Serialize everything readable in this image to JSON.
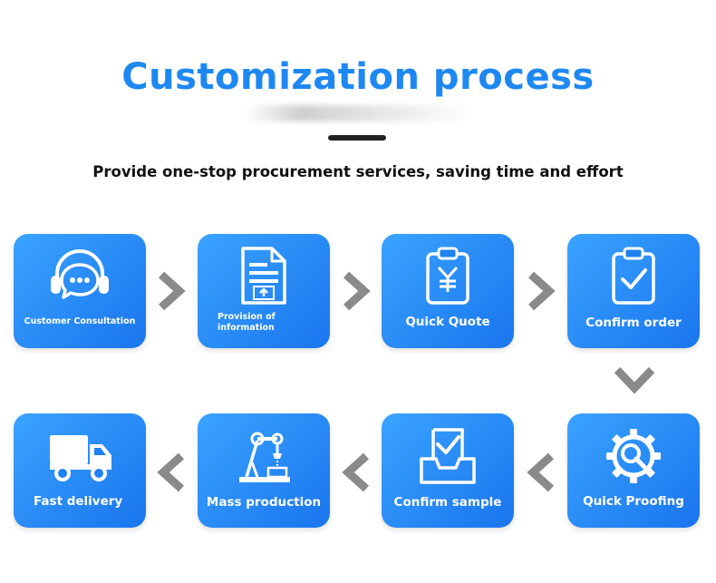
{
  "header": {
    "title": "Customization process",
    "subtitle": "Provide one-stop procurement services, saving time and effort"
  },
  "colors": {
    "title": "#1e88f2",
    "card_gradient_start": "#3aa3ff",
    "card_gradient_end": "#1975ee",
    "arrow": "#8a8a8a",
    "divider": "#222222"
  },
  "steps": [
    {
      "label": "Customer Consultation",
      "icon": "headset-chat-icon"
    },
    {
      "label_line1": "Provision of",
      "label_line2": "information",
      "icon": "document-upload-icon"
    },
    {
      "label": "Quick Quote",
      "icon": "clipboard-yen-icon"
    },
    {
      "label": "Confirm order",
      "icon": "clipboard-check-icon"
    },
    {
      "label": "Quick Proofing",
      "icon": "gear-search-icon"
    },
    {
      "label": "Confirm sample",
      "icon": "tray-check-icon"
    },
    {
      "label": "Mass production",
      "icon": "robot-arm-icon"
    },
    {
      "label": "Fast delivery",
      "icon": "delivery-truck-icon"
    }
  ]
}
